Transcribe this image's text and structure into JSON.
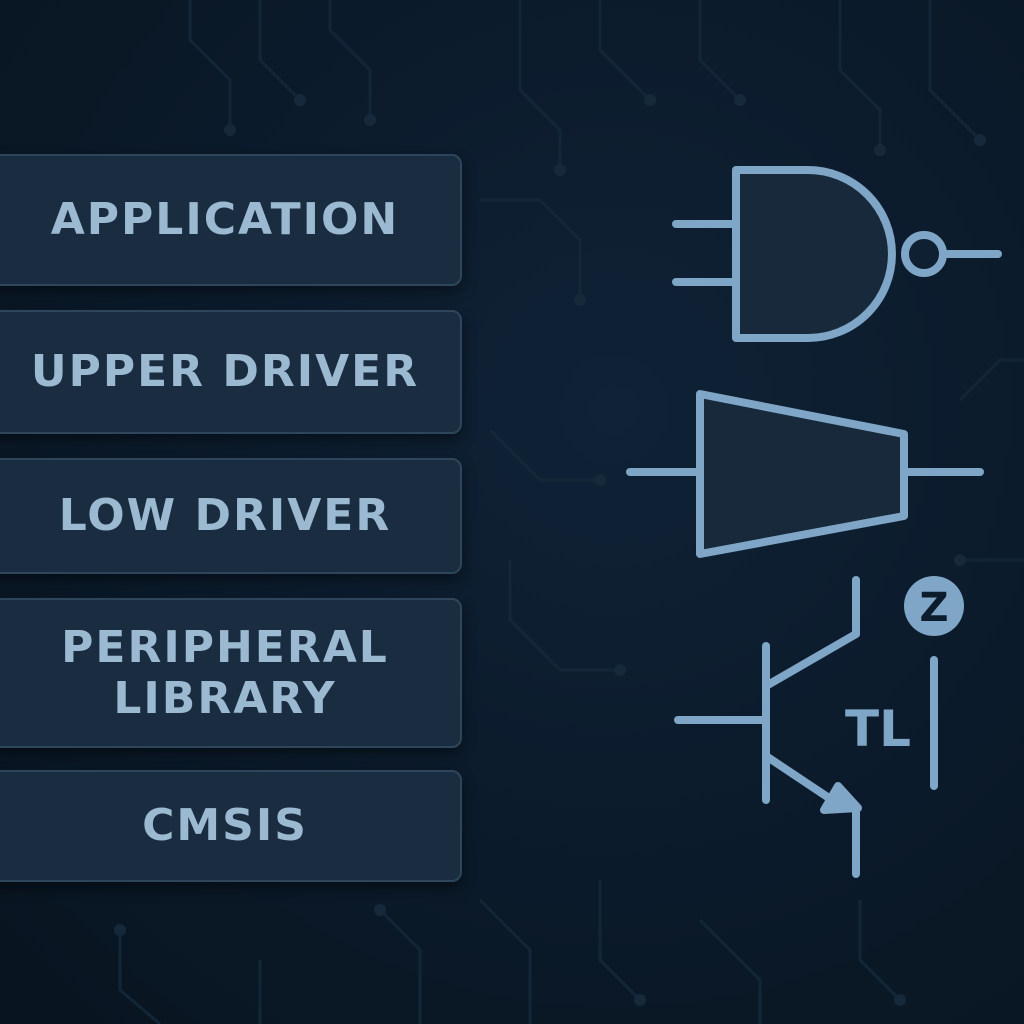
{
  "layers": [
    {
      "label": "APPLICATION"
    },
    {
      "label": "UPPER DRIVER"
    },
    {
      "label": "LOW DRIVER"
    },
    {
      "label": "PERIPHERAL LIBRARY",
      "line1": "PERIPHERAL",
      "line2": "LIBRARY"
    },
    {
      "label": "CMSIS"
    }
  ],
  "symbols": {
    "nand_gate": {
      "icon": "nand-gate-icon"
    },
    "buffer": {
      "icon": "buffer-amplifier-icon"
    },
    "transistor": {
      "icon": "npn-transistor-icon",
      "label": "TL",
      "badge": "Z"
    }
  },
  "colors": {
    "background": "#0b1a2a",
    "panel": "#1a2d40",
    "panel_border": "#2e465b",
    "accent": "#7fa6c6",
    "text": "#9cb9d2"
  }
}
